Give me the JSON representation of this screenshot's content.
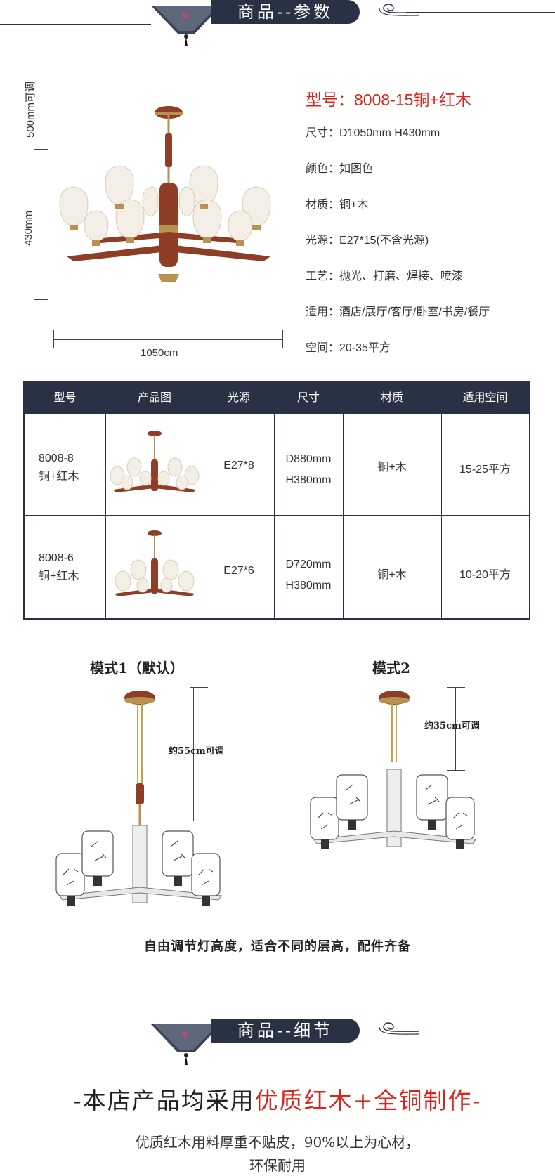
{
  "colors": {
    "navy": "#283244",
    "accent_red": "#d8261c",
    "wood": "#8e3d27",
    "brass": "#b89250"
  },
  "banner_top": {
    "label": "商品--参数"
  },
  "banner_bottom": {
    "label": "商品--细节"
  },
  "product": {
    "title": "型号：8008-15铜+红木",
    "specs": [
      "尺寸：D1050mm H430mm",
      "颜色：如图色",
      "材质：铜+木",
      "光源：E27*15(不含光源)",
      "工艺：抛光、打磨、焊接、喷漆",
      "适用：酒店/展厅/客厅/卧室/书房/餐厅",
      "空间：20-35平方"
    ],
    "dims": {
      "chain": "500mm可调",
      "height": "430mm",
      "width": "1050cm"
    }
  },
  "table": {
    "headers": [
      "型号",
      "产品图",
      "光源",
      "尺寸",
      "材质",
      "适用空间"
    ],
    "rows": [
      {
        "model_line1": "8008-8",
        "model_line2": "铜+红木",
        "light": "E27*8",
        "size_line1": "D880mm",
        "size_line2": "H380mm",
        "material": "铜+木",
        "space": "15-25平方"
      },
      {
        "model_line1": "8008-6",
        "model_line2": "铜+红木",
        "light": "E27*6",
        "size_line1": "D720mm",
        "size_line2": "H380mm",
        "material": "铜+木",
        "space": "10-20平方"
      }
    ]
  },
  "modes": {
    "mode1_title": "模式1（默认）",
    "mode1_note": "约55cm可调",
    "mode2_title": "模式2",
    "mode2_note": "约35cm可调",
    "caption": "自由调节灯高度，适合不同的层高，配件齐备"
  },
  "detail": {
    "head_prefix": "-本店产品均采用",
    "head_highlight": "优质红木+全铜制作-",
    "sub_line1": "优质红木用料厚重不贴皮，90%以上为心材，",
    "sub_line2": "环保耐用"
  }
}
